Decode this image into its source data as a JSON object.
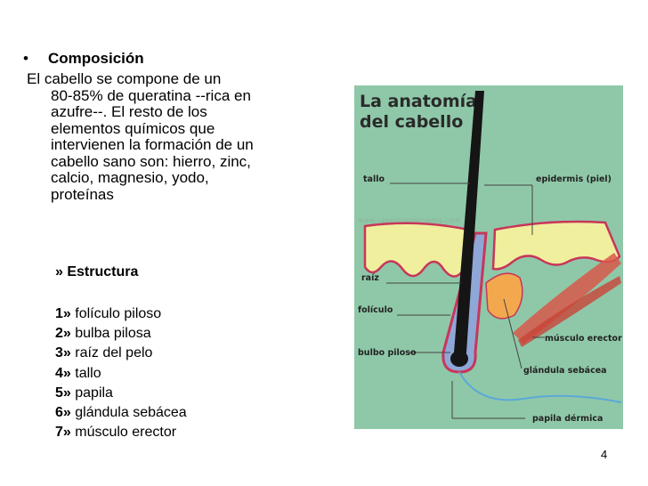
{
  "composition": {
    "bullet": "•",
    "heading": "Composición",
    "lines": [
      "El cabello se compone de un",
      "80-85% de queratina --rica en",
      "azufre--. El resto de los",
      "elementos químicos que",
      "intervienen la formación de un",
      "cabello sano son: hierro, zinc,",
      "calcio, magnesio, yodo,",
      "proteínas"
    ]
  },
  "structure": {
    "title": "» Estructura",
    "items": [
      {
        "num": "1»",
        "label": "folículo piloso"
      },
      {
        "num": "2»",
        "label": "bulba pilosa"
      },
      {
        "num": "3»",
        "label": "raíz del pelo"
      },
      {
        "num": "4»",
        "label": "tallo"
      },
      {
        "num": "5»",
        "label": "papila"
      },
      {
        "num": "6»",
        "label": "glándula sebácea"
      },
      {
        "num": "7»",
        "label": "músculo erector"
      }
    ]
  },
  "figure": {
    "title_line1": "La anatomía",
    "title_line2": "del cabello",
    "watermark": "www.cabellosypeinados.com",
    "labels": {
      "tallo": "tallo",
      "epidermis": "epidermis (piel)",
      "raiz": "raíz",
      "foliculo": "folículo",
      "bulbo": "bulbo piloso",
      "musculo": "músculo erector",
      "glandula": "glándula sebácea",
      "papila": "papila dérmica"
    },
    "colors": {
      "background": "#8fc8a8",
      "skin": "#f0ef9e",
      "skin_border": "#c8365a",
      "hair": "#151515",
      "follicle": "#8fa7d6",
      "gland": "#f3a84e",
      "muscle": "#d8584a",
      "papilla_line": "#5aa8d8"
    }
  },
  "page_number": "4"
}
